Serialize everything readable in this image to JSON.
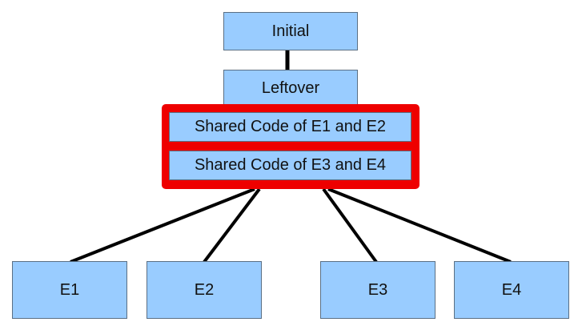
{
  "nodes": {
    "initial": "Initial",
    "leftover": "Leftover",
    "shared_e1_e2": "Shared Code of E1 and E2",
    "shared_e3_e4": "Shared Code of E3 and E4",
    "e1": "E1",
    "e2": "E2",
    "e3": "E3",
    "e4": "E4"
  },
  "colors": {
    "node_fill": "#99ccff",
    "highlight": "#ee0000",
    "edge": "#000000"
  }
}
